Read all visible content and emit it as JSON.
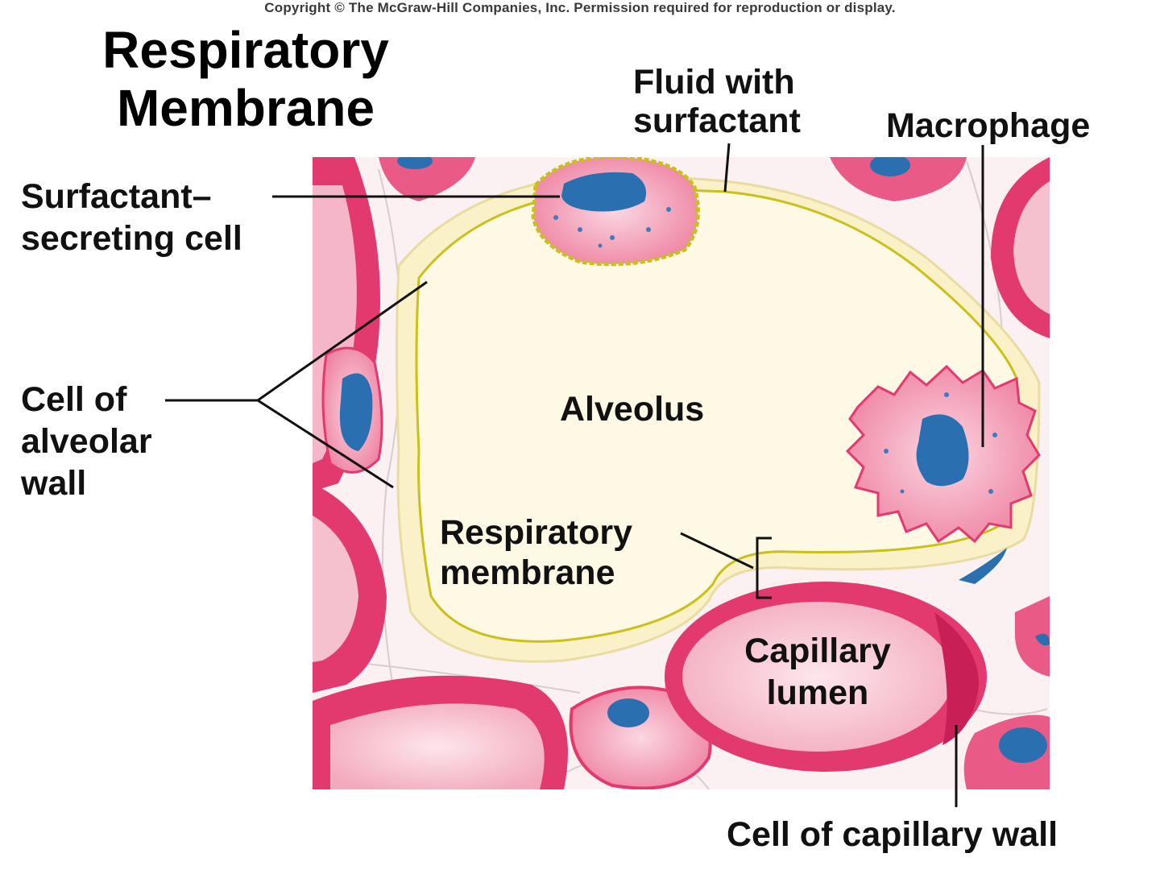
{
  "copyright": "Copyright © The McGraw-Hill Companies, Inc. Permission required for reproduction or display.",
  "title": "Respiratory\nMembrane",
  "labels": {
    "fluid_with_surfactant": "Fluid with\nsurfactant",
    "macrophage": "Macrophage",
    "surfactant_secreting_cell": "Surfactant–\nsecreting cell",
    "cell_of_alveolar_wall": "Cell of\nalveolar\nwall",
    "alveolus": "Alveolus",
    "respiratory_membrane": "Respiratory\nmembrane",
    "capillary_lumen": "Capillary\nlumen",
    "cell_of_capillary_wall": "Cell of capillary wall"
  },
  "colors": {
    "alveolus_fill": "#fdf9e4",
    "membrane_line": "#c9c01a",
    "capillary_wall": "#e0306a",
    "capillary_lumen": "#f7c9d6",
    "nucleus": "#2a6fb0",
    "interstitium": "#fbeef0"
  }
}
